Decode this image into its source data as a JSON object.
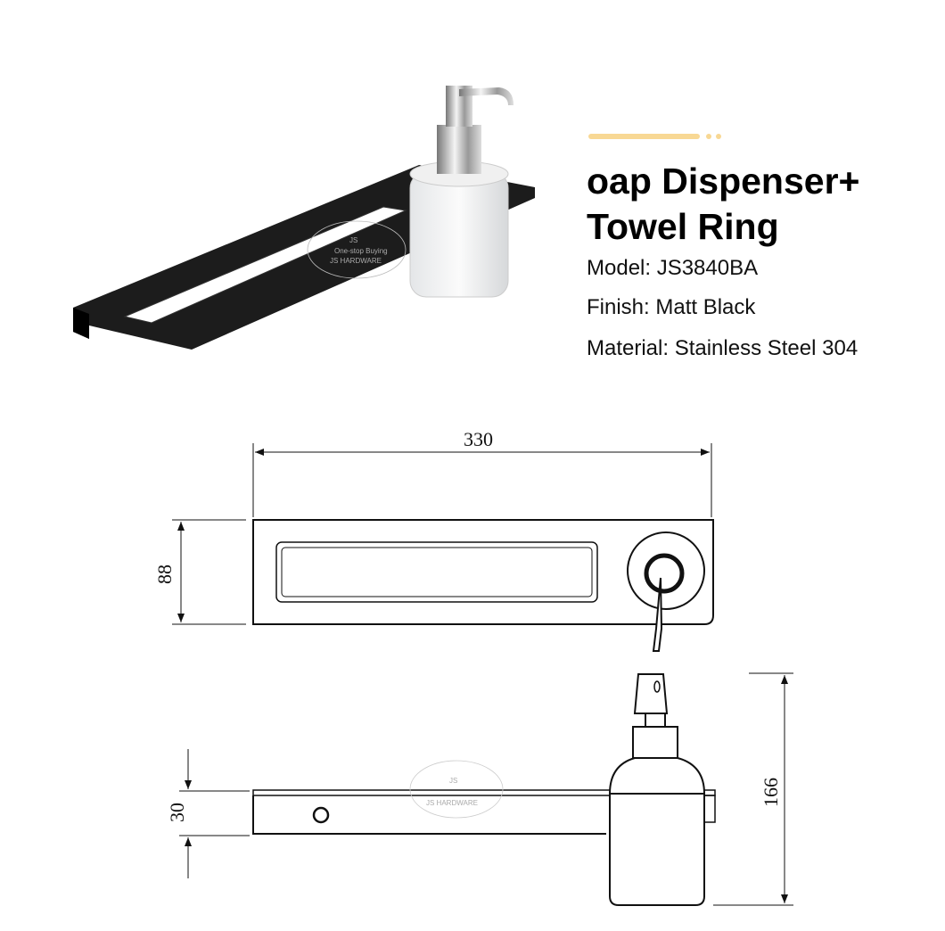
{
  "product": {
    "title_line1": "oap Dispenser+",
    "title_line2": "Towel Ring",
    "model": "Model: JS3840BA",
    "finish": "Finish: Matt Black",
    "material": "Material: Stainless Steel 304"
  },
  "watermark": {
    "brand": "JS HARDWARE",
    "tagline": "One-stop Buying",
    "logo": "JS"
  },
  "dimensions": {
    "width": "330",
    "depth": "88",
    "height": "166",
    "thickness": "30"
  },
  "colors": {
    "accent": "#f8d894",
    "product": "#1a1a1a"
  }
}
